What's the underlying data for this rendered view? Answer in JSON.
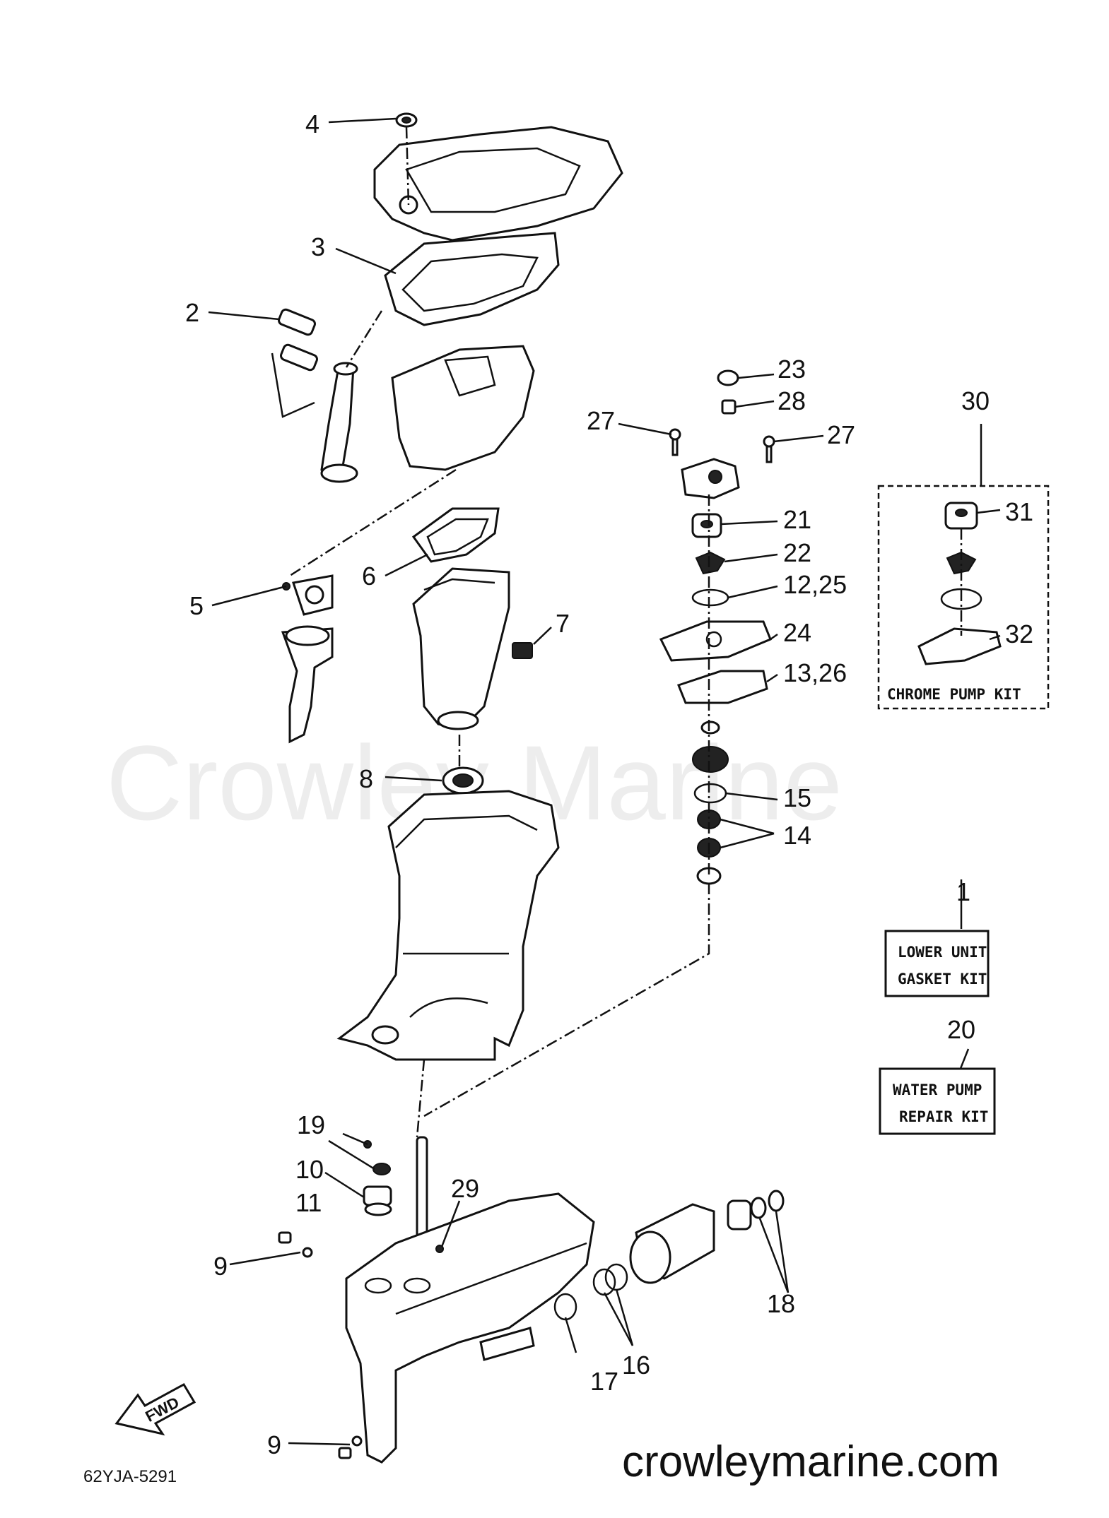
{
  "diagram": {
    "part_code": "62YJA-5291",
    "watermark": "Crowley Marine",
    "website": "crowleymarine.com",
    "fwd_label": "FWD",
    "callouts": {
      "c1": "1",
      "c2": "2",
      "c3": "3",
      "c4": "4",
      "c5": "5",
      "c6": "6",
      "c7": "7",
      "c8": "8",
      "c9a": "9",
      "c9b": "9",
      "c10": "10",
      "c11": "11",
      "c12_25": "12,25",
      "c13_26": "13,26",
      "c14": "14",
      "c15": "15",
      "c16": "16",
      "c17": "17",
      "c18": "18",
      "c19": "19",
      "c20": "20",
      "c21": "21",
      "c22": "22",
      "c23": "23",
      "c24": "24",
      "c27a": "27",
      "c27b": "27",
      "c28": "28",
      "c29": "29",
      "c30": "30",
      "c31": "31",
      "c32": "32"
    },
    "kits": {
      "chrome_pump": "CHROME PUMP KIT",
      "lower_unit_line1": "LOWER UNIT",
      "lower_unit_line2": "GASKET KIT",
      "water_pump_line1": "WATER PUMP",
      "water_pump_line2": "REPAIR KIT"
    }
  }
}
